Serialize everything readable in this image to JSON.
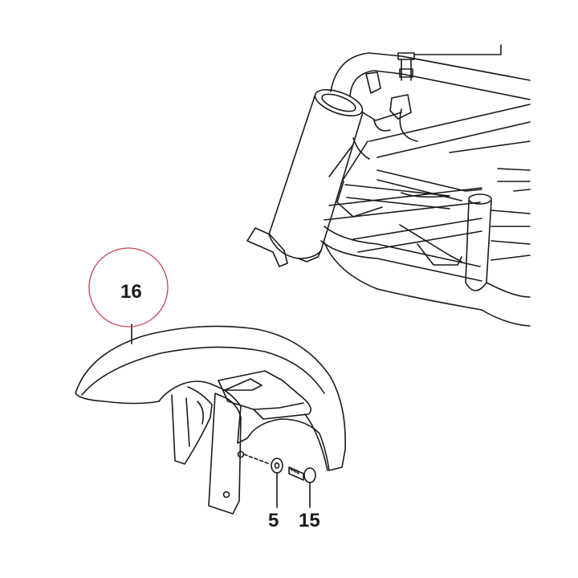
{
  "callouts": {
    "fender": "16",
    "washer": "5",
    "bolt": "15"
  },
  "highlight_color": "#c8424b",
  "line_color": "#1a1a1a"
}
